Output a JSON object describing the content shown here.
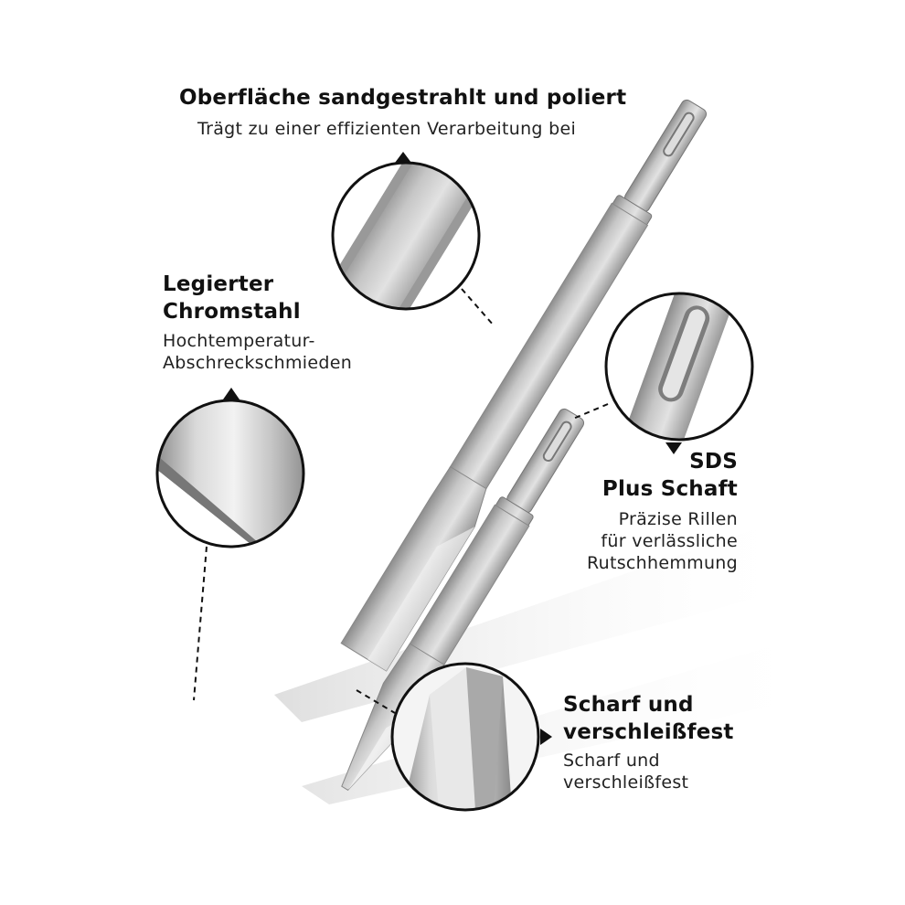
{
  "callouts": {
    "top": {
      "title": "Oberfläche sandgestrahlt und poliert",
      "subtitle": "Trägt zu einer effizienten Verarbeitung bei"
    },
    "left": {
      "title_line1": "Legierter",
      "title_line2": "Chromstahl",
      "subtitle_line1": "Hochtemperatur-",
      "subtitle_line2": "Abschreckschmieden"
    },
    "right": {
      "title_line1": "SDS",
      "title_line2": "Plus Schaft",
      "subtitle_line1": "Präzise Rillen",
      "subtitle_line2": "für verlässliche",
      "subtitle_line3": "Rutschhemmung"
    },
    "bottom": {
      "title_line1": "Scharf und",
      "title_line2": "verschleißfest",
      "subtitle_line1": "Scharf und",
      "subtitle_line2": "verschleißfest"
    }
  },
  "colors": {
    "steel_light": "#e6e6e6",
    "steel_mid": "#b9b9b9",
    "steel_dark": "#8a8a8a",
    "outline": "#111111"
  }
}
